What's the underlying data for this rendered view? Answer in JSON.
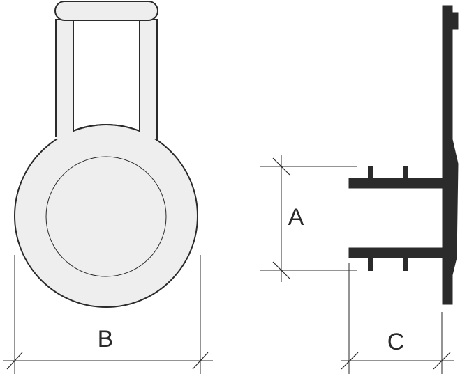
{
  "labels": {
    "a": "A",
    "b": "B",
    "c": "C"
  },
  "colors": {
    "outline": "#2a2a2a",
    "fill_light": "#eeeeee",
    "profile_dark": "#2b2b2b",
    "background": "#ffffff"
  }
}
